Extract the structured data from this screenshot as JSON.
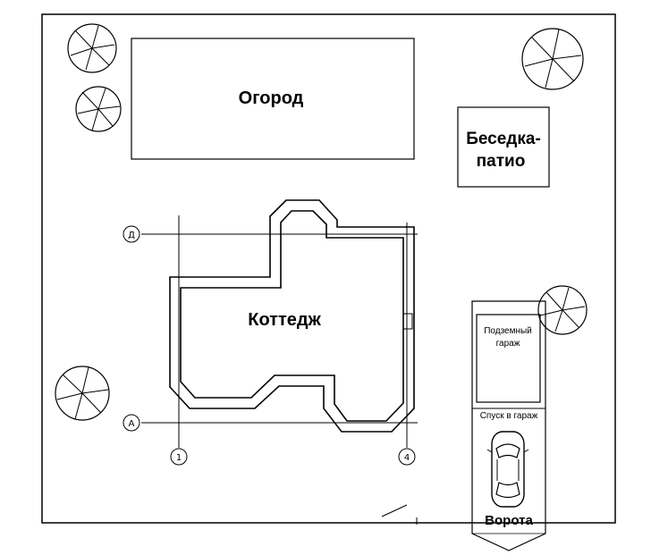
{
  "labels": {
    "garden": "Огород",
    "gazebo_line1": "Беседка-",
    "gazebo_line2": "патио",
    "cottage": "Коттедж",
    "garage_line1": "Подземный",
    "garage_line2": "гараж",
    "ramp": "Спуск в гараж",
    "gate": "Ворота"
  },
  "axes": {
    "d": "Д",
    "a": "А",
    "one": "1",
    "four": "4"
  }
}
